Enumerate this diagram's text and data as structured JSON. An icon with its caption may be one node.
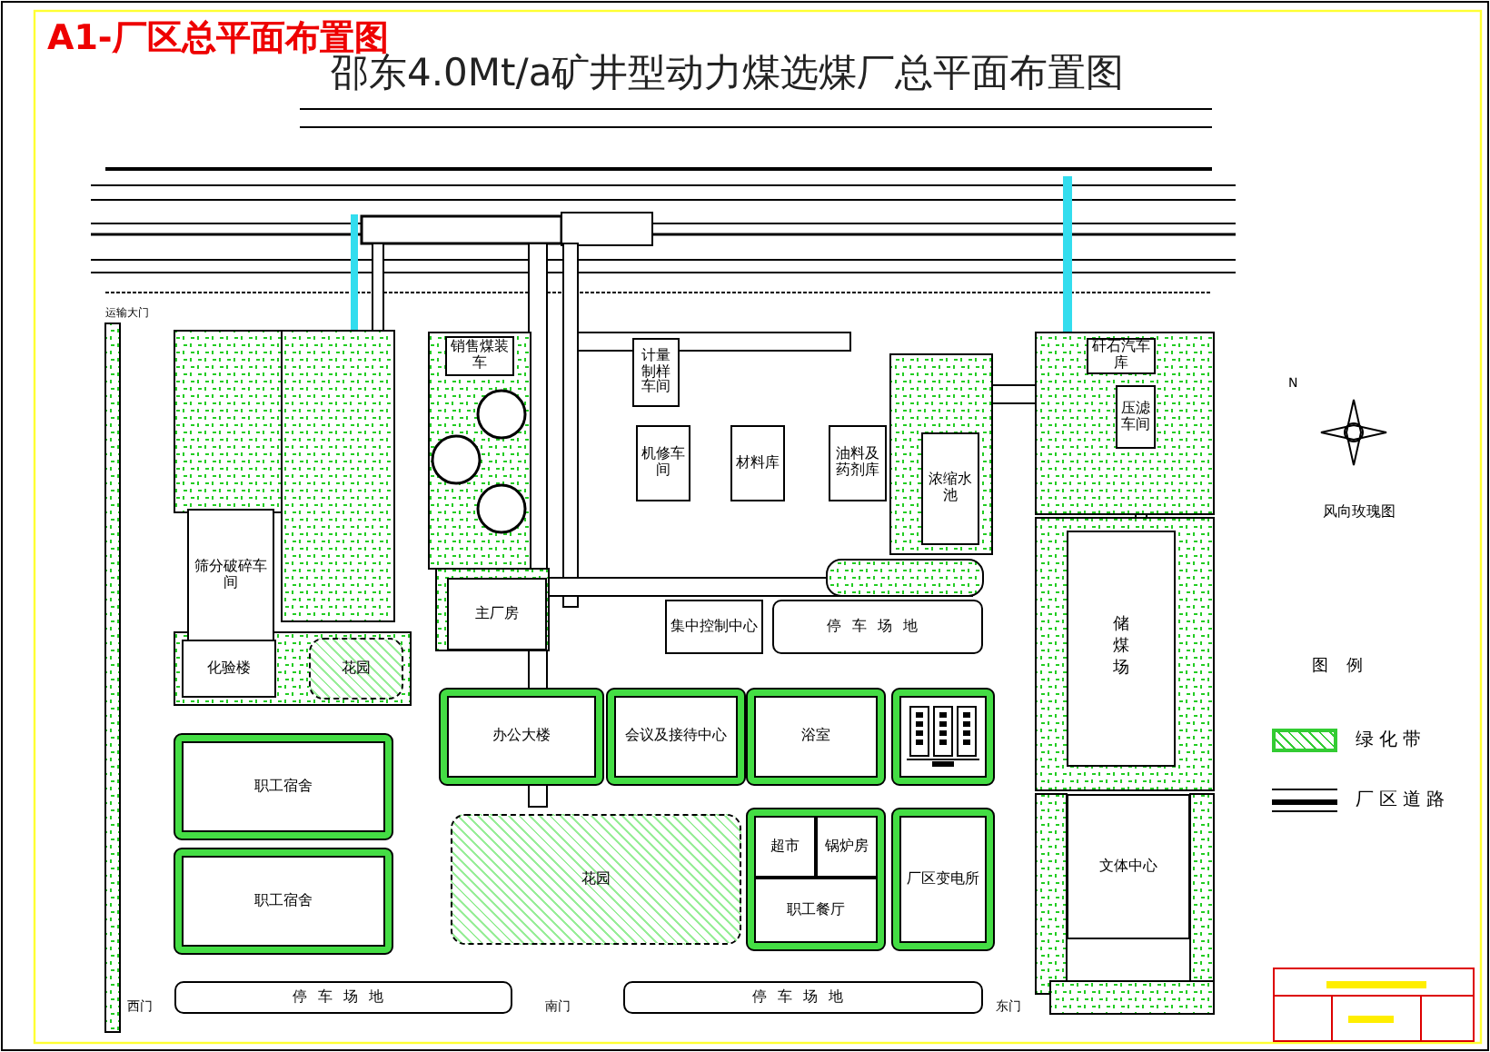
{
  "diagram": {
    "title": "邵东4.0Mt/a矿井型动力煤选煤厂总平面布置图",
    "nodes": [
      {
        "text": [
          "销售煤装车"
        ]
      },
      {
        "text": [
          "计量制样车间"
        ]
      },
      {
        "text": [
          "筛分破碎车间"
        ]
      },
      {
        "text": [
          "主厂房"
        ]
      },
      {
        "text": [
          "集中控制中心"
        ]
      },
      {
        "text": [
          "停车场地"
        ]
      },
      {
        "text": [
          "机修车间"
        ]
      },
      {
        "text": [
          "材料库"
        ]
      },
      {
        "text": [
          "油料及药剂库"
        ]
      },
      {
        "text": [
          "浓缩水池"
        ]
      },
      {
        "text": [
          "矸石汽车库"
        ]
      },
      {
        "text": [
          "压滤车间"
        ]
      },
      {
        "text": [
          "储煤场"
        ]
      },
      {
        "text": [
          "化验楼"
        ]
      },
      {
        "text": [
          "花园"
        ]
      },
      {
        "text": [
          "职工宿舍"
        ]
      },
      {
        "text": [
          "职工宿舍"
        ]
      },
      {
        "text": [
          "办公大楼"
        ]
      },
      {
        "text": [
          "会议及接待中心"
        ]
      },
      {
        "text": [
          "浴室"
        ]
      },
      {
        "text": [],
        "shape": "box"
      },
      {
        "text": [
          "花园"
        ]
      },
      {
        "text": [
          "超市"
        ]
      },
      {
        "text": [
          "锅炉房"
        ]
      },
      {
        "text": [
          "职工餐厅"
        ]
      },
      {
        "text": [
          "厂区变电所"
        ]
      },
      {
        "text": [
          "文体中心"
        ]
      },
      {
        "text": [
          "停车场地"
        ]
      },
      {
        "text": [
          "停车场地"
        ]
      }
    ],
    "edges": [],
    "labels": [
      "A1-厂区总平面布置图",
      "运输大门",
      "N",
      "风向玫瑰图",
      "图例",
      "西门",
      "南门",
      "东门"
    ],
    "legend": [
      {
        "text": "绿化带"
      },
      {
        "text": "厂区道路"
      }
    ]
  }
}
